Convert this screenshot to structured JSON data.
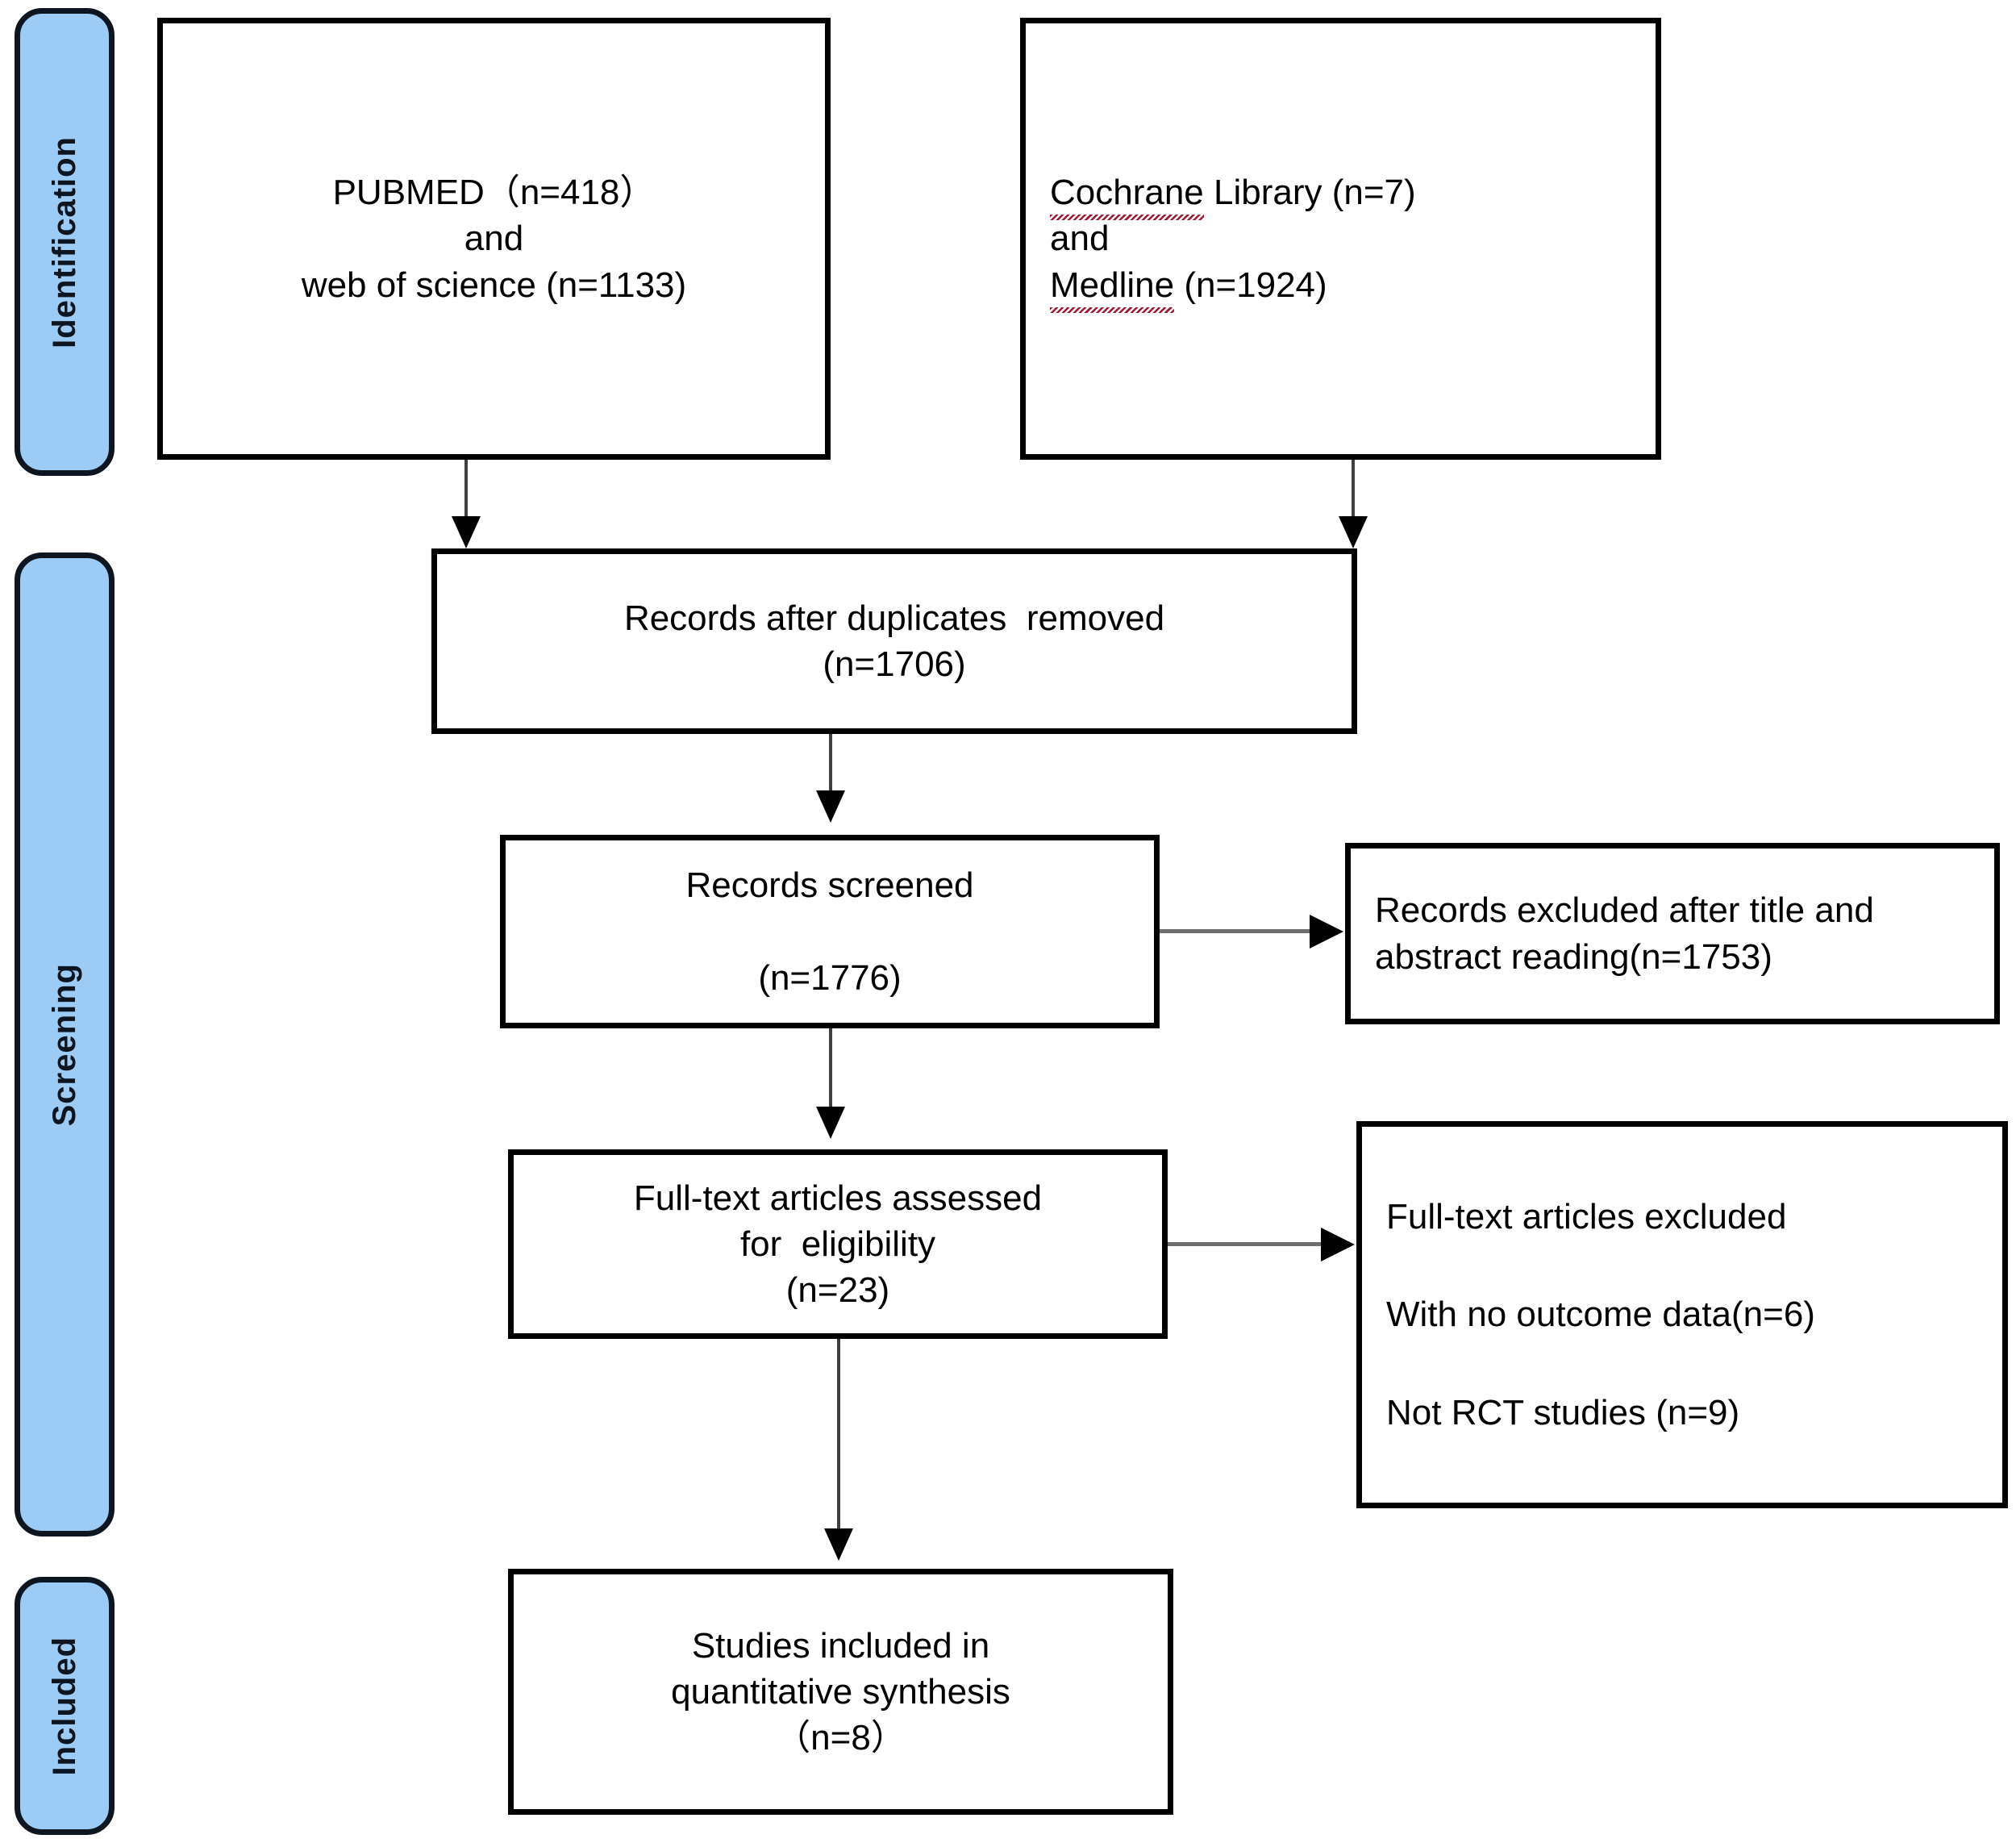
{
  "diagram": {
    "title": "PRISMA study selection flow diagram",
    "accent_color": "#9ccbf5",
    "border_color": "#000000",
    "stages": [
      {
        "id": "identification",
        "label": "Identification"
      },
      {
        "id": "screening",
        "label": "Screening"
      },
      {
        "id": "included",
        "label": "Included"
      }
    ],
    "boxes": {
      "source_left": {
        "name": "database-search-left",
        "lines": [
          "PUBMED（n=418）",
          "and",
          "web of science (n=1133)"
        ]
      },
      "source_right": {
        "name": "database-search-right",
        "lines": [
          "Cochrane",
          " Library (n=7)",
          "and",
          "Medline",
          " (n=1924)"
        ],
        "line1_a": "Cochrane",
        "line1_b": " Library (n=7)",
        "line2": "and",
        "line3_a": "Medline",
        "line3_b": " (n=1924)"
      },
      "duplicates_removed": {
        "name": "records-after-duplicates-removed",
        "lines": [
          "Records after duplicates  removed",
          "(n=1706)"
        ]
      },
      "records_screened": {
        "name": "records-screened",
        "lines": [
          "Records screened",
          "(n=1776)"
        ]
      },
      "records_excluded": {
        "name": "records-excluded",
        "lines": [
          "Records excluded after title and",
          "abstract reading(n=1753)"
        ]
      },
      "fulltext_assessed": {
        "name": "full-text-articles-assessed",
        "lines": [
          "Full-text articles assessed",
          "for  eligibility",
          "(n=23)"
        ]
      },
      "fulltext_excluded": {
        "name": "full-text-articles-excluded",
        "lines": [
          "Full-text articles excluded",
          "With no outcome data(n=6)",
          "Not RCT studies (n=9)"
        ]
      },
      "studies_included": {
        "name": "studies-included-in-quantitative-synthesis",
        "lines": [
          "Studies included in",
          "quantitative synthesis",
          "（n=8）"
        ]
      }
    },
    "counts": {
      "pubmed": 418,
      "web_of_science": 1133,
      "cochrane_library": 7,
      "medline": 1924,
      "after_duplicates_removed": 1706,
      "records_screened": 1776,
      "records_excluded_title_abstract": 1753,
      "fulltext_assessed": 23,
      "excluded_no_outcome_data": 6,
      "excluded_not_rct": 9,
      "studies_included": 8
    }
  }
}
